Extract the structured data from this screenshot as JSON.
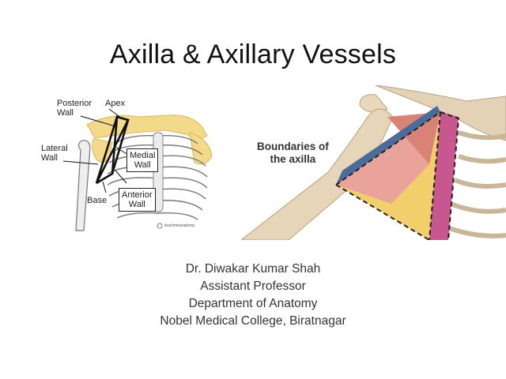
{
  "slide": {
    "title": "Axilla & Axillary Vessels",
    "left_figure": {
      "labels": {
        "posterior_wall": "Posterior\nWall",
        "apex": "Apex",
        "lateral_wall": "Lateral\nWall",
        "medial_wall": "Medial\nWall",
        "base": "Base",
        "anterior_wall": "Anterior\nWall"
      },
      "credit": "teachmeanatomy"
    },
    "right_figure": {
      "caption": "Boundaries of\nthe axilla"
    },
    "author": {
      "name": "Dr. Diwakar Kumar Shah",
      "position": "Assistant Professor",
      "department": "Department of Anatomy",
      "institution": "Nobel Medical College, Biratnagar"
    }
  }
}
